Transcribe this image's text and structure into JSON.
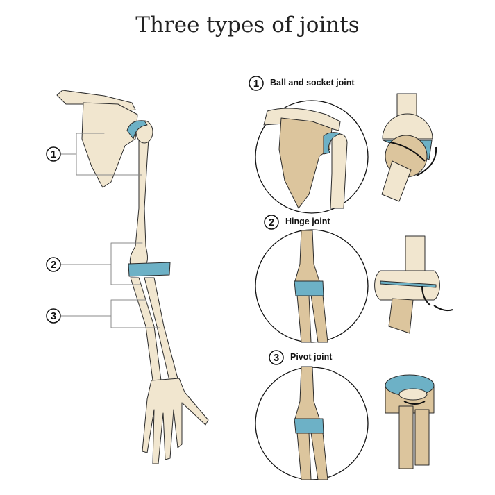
{
  "title": "Three types of joints",
  "joints": [
    {
      "number": "1",
      "label": "Ball and socket joint"
    },
    {
      "number": "2",
      "label": "Hinge joint"
    },
    {
      "number": "3",
      "label": "Pivot joint"
    }
  ],
  "colors": {
    "bone_light": "#f1e6cf",
    "bone_dark": "#dcc59d",
    "cartilage": "#6db1c6",
    "outline": "#2b2b2b"
  }
}
